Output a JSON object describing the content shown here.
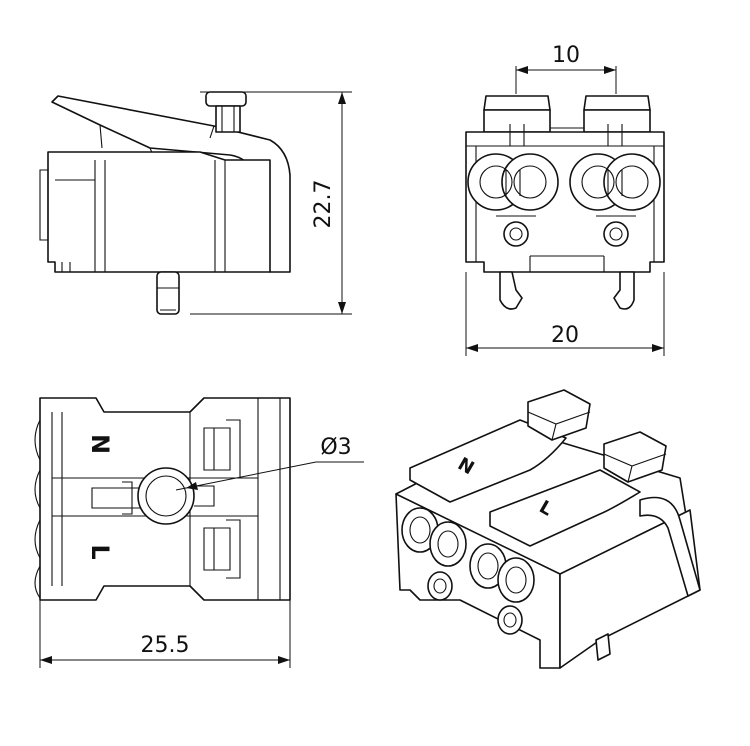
{
  "dimensions": {
    "height_side": "22.7",
    "pin_spacing": "10",
    "width_front": "20",
    "length_top": "25.5",
    "hole_diameter": "Ø3"
  },
  "markings": {
    "neutral": "N",
    "line": "L"
  },
  "colors": {
    "line": "#111111",
    "background": "#ffffff"
  }
}
